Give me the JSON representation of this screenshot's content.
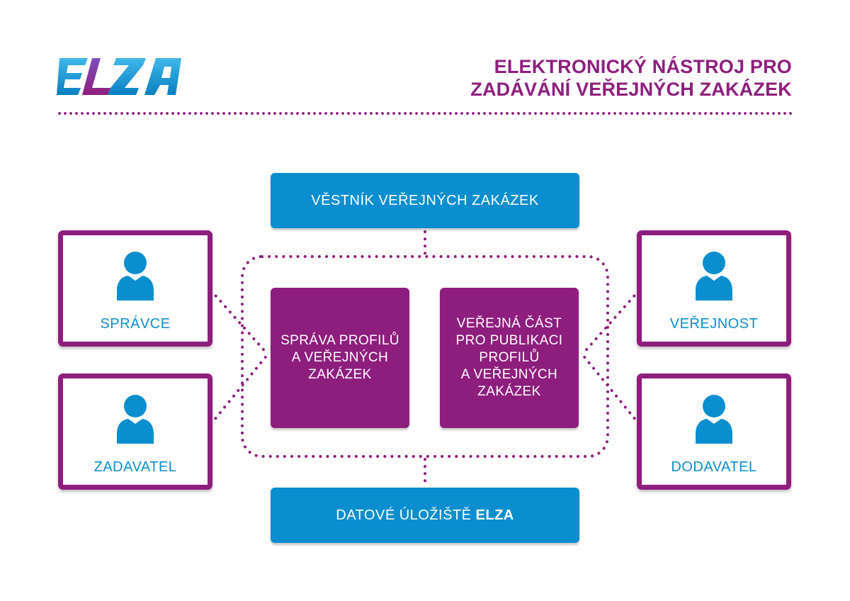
{
  "header": {
    "logo_text": "ELZA",
    "title_line1": "ELEKTRONICKÝ NÁSTROJ PRO",
    "title_line2": "ZADÁVÁNÍ VEŘEJNÝCH ZAKÁZEK"
  },
  "nodes": {
    "vestnik": "VĚSTNÍK VEŘEJNÝCH ZAKÁZEK",
    "storage_prefix": "DATOVÉ ÚLOŽIŠTĚ",
    "storage_brand": "ELZA",
    "admin_box": [
      "SPRÁVA PROFILŮ",
      "A VEŘEJNÝCH",
      "ZAKÁZEK"
    ],
    "public_box": [
      "VEŘEJNÁ ČÁST",
      "PRO PUBLIKACI",
      "PROFILŮ",
      "A VEŘEJNÝCH",
      "ZAKÁZEK"
    ]
  },
  "roles": {
    "spravce": "SPRÁVCE",
    "zadavatel": "ZADAVATEL",
    "verejnost": "VEŘEJNOST",
    "dodavatel": "DODAVATEL"
  },
  "colors": {
    "purple": "#8e1e7e",
    "blue": "#0a8ecf"
  }
}
